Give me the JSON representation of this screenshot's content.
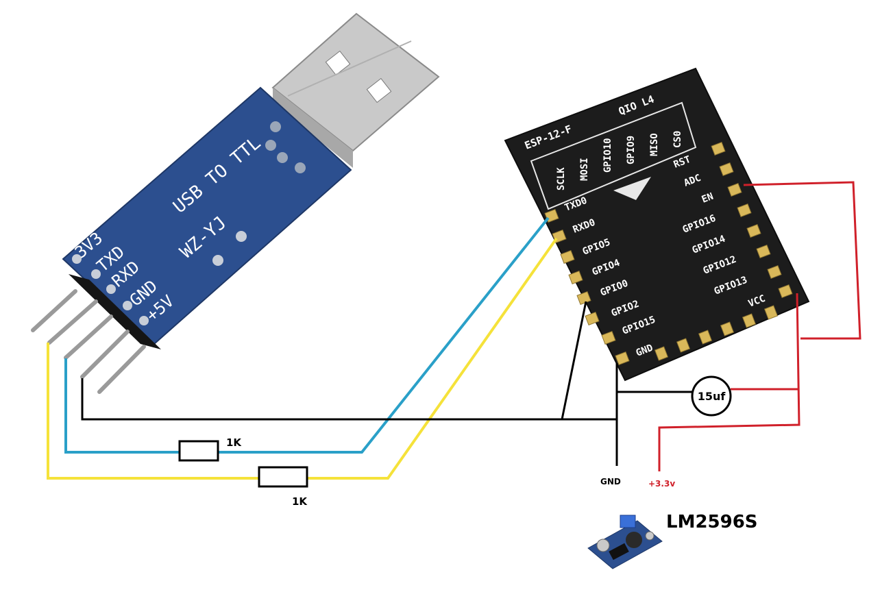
{
  "usb_adapter": {
    "title": "USB TO TTL",
    "model": "WZ-YJ",
    "pins": [
      "3V3",
      "TXD",
      "RXD",
      "GND",
      "+5V"
    ]
  },
  "esp_module": {
    "model": "ESP-12-F",
    "flash": "QIO L4",
    "top_pins": [
      "SCLK",
      "MOSI",
      "GPIO10",
      "GPIO9",
      "MISO",
      "CS0"
    ],
    "left_pins": [
      "TXD0",
      "RXD0",
      "GPIO5",
      "GPIO4",
      "GPIO0",
      "GPIO2",
      "GPIO15",
      "GND"
    ],
    "right_pins": [
      "RST",
      "ADC",
      "EN",
      "GPIO16",
      "GPIO14",
      "GPIO12",
      "GPIO13",
      "VCC"
    ]
  },
  "resistors": [
    {
      "value": "1K"
    },
    {
      "value": "1K"
    }
  ],
  "capacitor": {
    "value": "15uf"
  },
  "labels": {
    "gnd": "GND",
    "supply": "+3.3v",
    "regulator": "LM2596S"
  },
  "colors": {
    "pcb_blue": "#2c4f8f",
    "esp_black": "#1c1c1c",
    "wire_blue": "#2aa0c8",
    "wire_yellow": "#f5e23a",
    "wire_black": "#000000",
    "wire_red": "#d0202a",
    "pad_gold": "#d9b85a"
  }
}
